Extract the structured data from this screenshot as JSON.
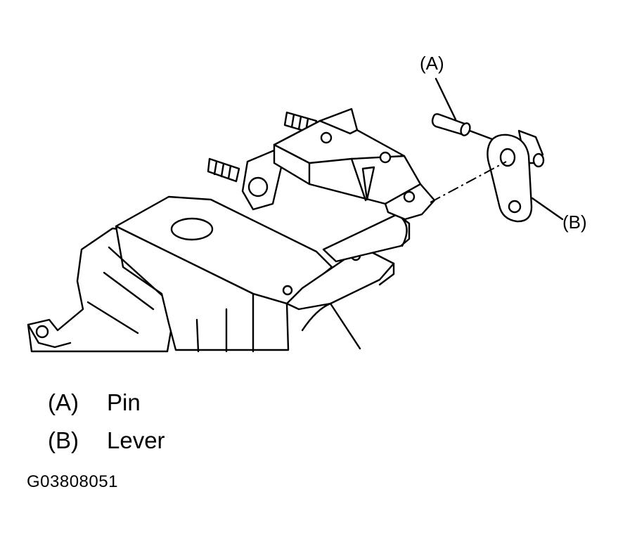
{
  "callouts": {
    "a": "(A)",
    "b": "(B)"
  },
  "legend": [
    {
      "key": "(A)",
      "label": "Pin"
    },
    {
      "key": "(B)",
      "label": "Lever"
    }
  ],
  "figure_code": "G03808051"
}
